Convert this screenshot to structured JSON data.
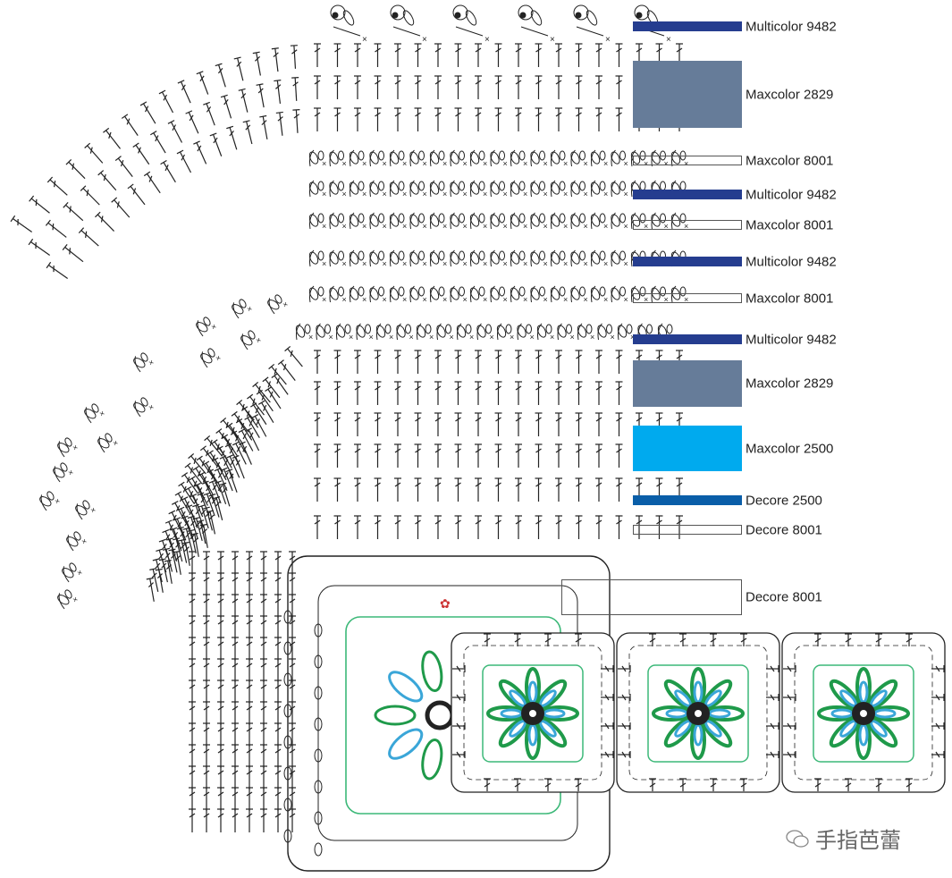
{
  "legend": [
    {
      "label": "Multicolor 9482",
      "color": "#253d8f"
    },
    {
      "label": "Maxcolor 2829",
      "color": "#667c99"
    },
    {
      "label": "Maxcolor 8001",
      "color": "#ffffff"
    },
    {
      "label": "Multicolor 9482",
      "color": "#253d8f"
    },
    {
      "label": "Maxcolor 8001",
      "color": "#ffffff"
    },
    {
      "label": "Multicolor 9482",
      "color": "#253d8f"
    },
    {
      "label": "Maxcolor 8001",
      "color": "#ffffff"
    },
    {
      "label": "Multicolor 9482",
      "color": "#253d8f"
    },
    {
      "label": "Maxcolor 2829",
      "color": "#667c99"
    },
    {
      "label": "Maxcolor 2500",
      "color": "#00aaee"
    },
    {
      "label": "Decore 2500",
      "color": "#0a5ea8"
    },
    {
      "label": "Decore 8001",
      "color": "#ffffff"
    },
    {
      "label": "Decore 8001",
      "color": "#ffffff"
    }
  ],
  "colors": {
    "stitch": "#222222",
    "square_border": "#3cb878",
    "petal_green": "#1f9a4a",
    "petal_blue": "#3aa6d8",
    "petal_violet": "#6a5fb0"
  },
  "watermark": {
    "text": "手指芭蕾",
    "icon": "wechat-icon"
  }
}
